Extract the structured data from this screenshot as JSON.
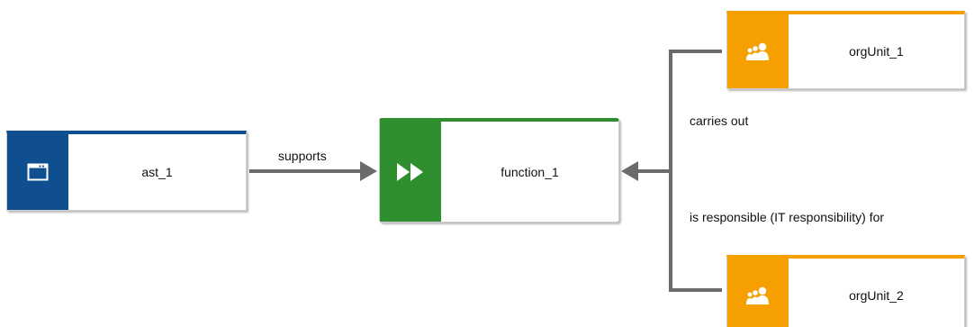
{
  "nodes": {
    "ast": {
      "label": "ast_1",
      "icon": "application-window-icon",
      "color": "#0f4f8f"
    },
    "function": {
      "label": "function_1",
      "icon": "fast-forward-icon",
      "color": "#2f8f2f"
    },
    "org_unit_1": {
      "label": "orgUnit_1",
      "icon": "people-group-icon",
      "color": "#f5a000"
    },
    "org_unit_2": {
      "label": "orgUnit_2",
      "icon": "people-group-icon",
      "color": "#f5a000"
    }
  },
  "edges": {
    "supports": {
      "label": "supports"
    },
    "carries_out": {
      "label": "carries out"
    },
    "is_responsible": {
      "label": "is responsible (IT responsibility) for"
    }
  },
  "colors": {
    "connector": "#6b6b6b",
    "application": "#0f4f8f",
    "function": "#2f8f2f",
    "org_unit": "#f5a000"
  }
}
